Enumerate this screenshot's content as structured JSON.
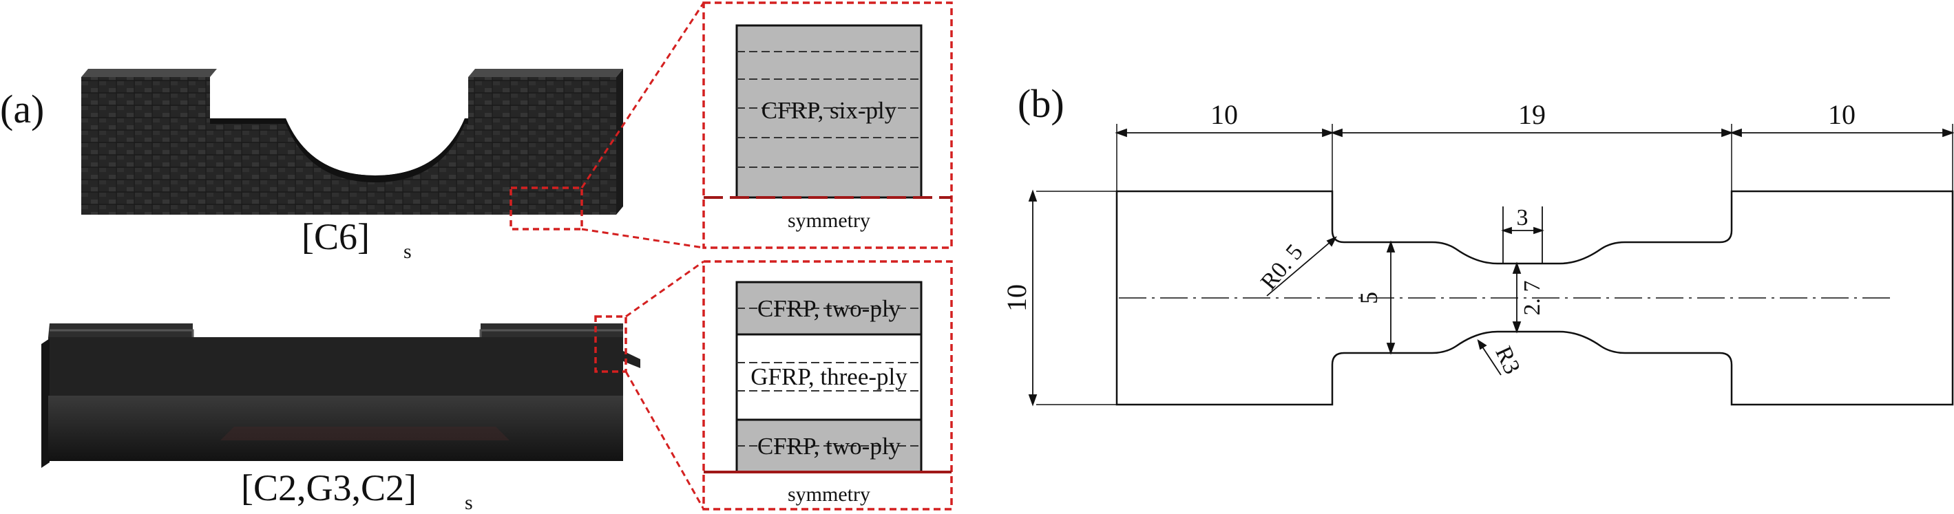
{
  "panel_a": {
    "label": "(a)",
    "specimen_top_label": "[C6]",
    "specimen_top_subscript": "s",
    "specimen_bottom_label": "[C2,G3,C2]",
    "specimen_bottom_subscript": "s",
    "inset_top": {
      "layer": "CFRP, six-ply",
      "symmetry": "symmetry"
    },
    "inset_bottom": {
      "layer_top": "CFRP, two-ply",
      "layer_middle": "GFRP, three-ply",
      "layer_bottom": "CFRP, two-ply",
      "symmetry": "symmetry"
    }
  },
  "panel_b": {
    "label": "(b)",
    "dim_left_grip": "10",
    "dim_gauge_span": "19",
    "dim_right_grip": "10",
    "dim_narrow_length": "3",
    "dim_overall_height": "10",
    "dim_shoulder_width": "5",
    "dim_neck_width": "2. 7",
    "radius_small": "R0. 5",
    "radius_large": "R3"
  },
  "colors": {
    "specimen_dark": "#252525",
    "ply_gray": "#b8b8b8",
    "callout_red": "#d42020",
    "line": "#111111"
  }
}
